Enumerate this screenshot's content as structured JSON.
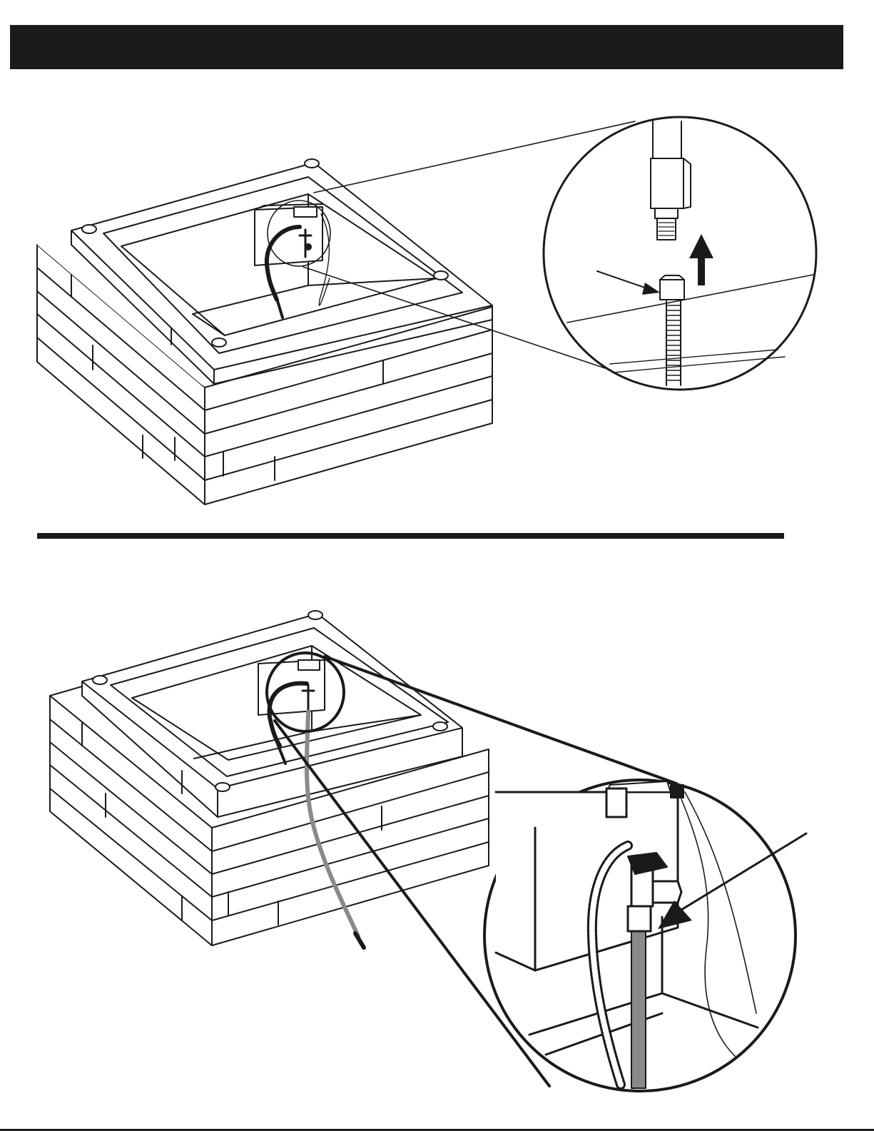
{
  "header": {
    "title": ""
  },
  "figures": [
    {
      "id": "figure-1",
      "caption": "",
      "detail": "disconnect-flex-hose-from-valve"
    },
    {
      "id": "figure-2",
      "caption": "",
      "detail": "connect-gas-supply-hose-to-valve"
    }
  ],
  "colors": {
    "ink": "#1a1a1a",
    "paper": "#ffffff",
    "hose_gray": "#8a8a8a"
  },
  "icons": [
    "arrow-up-icon",
    "pointer-arrow-icon"
  ]
}
